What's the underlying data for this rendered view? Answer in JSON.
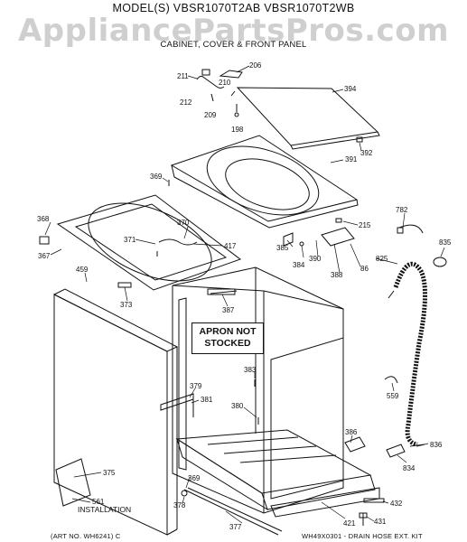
{
  "header": {
    "model_line": "MODEL(S) VBSR1070T2AB  VBSR1070T2WB",
    "watermark": "AppliancePartsPros.com",
    "section_title": "CABINET, COVER & FRONT PANEL"
  },
  "note_box": {
    "line1": "APRON NOT",
    "line2": "STOCKED"
  },
  "installation_label": "INSTALLATION",
  "footer": {
    "art_no": "(ART NO. WH6241) C",
    "kit": "WH49X0301 - DRAIN HOSE EXT. KIT"
  },
  "parts": {
    "p206": "206",
    "p211": "211",
    "p210": "210",
    "p212": "212",
    "p209": "209",
    "p198": "198",
    "p394": "394",
    "p391": "391",
    "p392": "392",
    "p369a": "369",
    "p368": "368",
    "p367": "367",
    "p370": "370",
    "p371": "371",
    "p417": "417",
    "p459": "459",
    "p373": "373",
    "p387": "387",
    "p385": "385",
    "p384": "384",
    "p390": "390",
    "p388": "388",
    "p86": "86",
    "p215": "215",
    "p782": "782",
    "p835": "835",
    "p825": "825",
    "p383": "383",
    "p379": "379",
    "p381": "381",
    "p380": "380",
    "p559": "559",
    "p386": "386",
    "p836": "836",
    "p834": "834",
    "p375": "375",
    "p561": "561",
    "p369b": "369",
    "p378": "378",
    "p377": "377",
    "p421": "421",
    "p432": "432",
    "p431": "431"
  }
}
